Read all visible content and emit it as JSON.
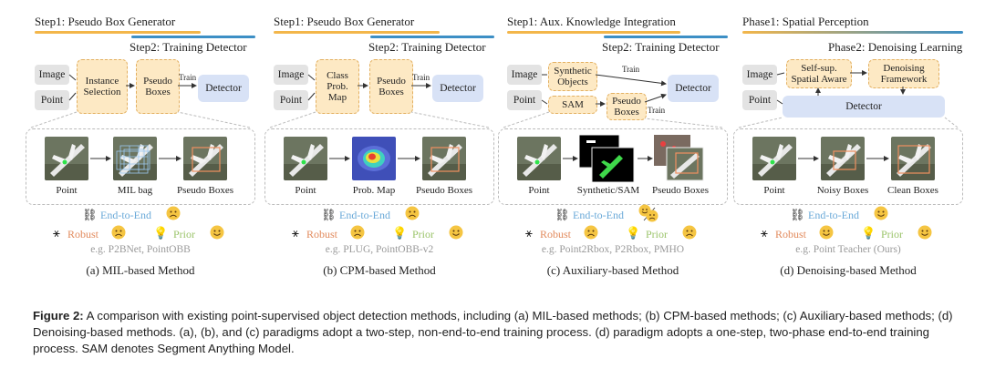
{
  "panels": [
    {
      "step1": "Step1: Pseudo Box Generator",
      "step2": "Step2: Training Detector",
      "inputs": [
        "Image",
        "Point"
      ],
      "boxes": [
        "Instance Selection",
        "Pseudo Boxes"
      ],
      "train_label": "Train",
      "detector": "Detector",
      "captions": [
        "Point",
        "MIL bag",
        "Pseudo Boxes"
      ],
      "end_to_end": "End-to-End",
      "robust": "Robust",
      "prior": "Prior",
      "example": "e.g. P2BNet, PointOBB",
      "title": "(a) MIL-based Method"
    },
    {
      "step1": "Step1: Pseudo Box Generator",
      "step2": "Step2: Training Detector",
      "inputs": [
        "Image",
        "Point"
      ],
      "boxes": [
        "Class Prob. Map",
        "Pseudo Boxes"
      ],
      "train_label": "Train",
      "detector": "Detector",
      "captions": [
        "Point",
        "Prob. Map",
        "Pseudo Boxes"
      ],
      "end_to_end": "End-to-End",
      "robust": "Robust",
      "prior": "Prior",
      "example": "e.g. PLUG, PointOBB-v2",
      "title": "(b) CPM-based Method"
    },
    {
      "step1": "Step1: Aux. Knowledge Integration",
      "step2": "Step2: Training Detector",
      "inputs": [
        "Image",
        "Point"
      ],
      "boxes": [
        "Synthetic Objects",
        "SAM",
        "Pseudo Boxes"
      ],
      "train_label": "Train",
      "train_label2": "Train",
      "detector": "Detector",
      "captions": [
        "Point",
        "Synthetic/SAM",
        "Pseudo Boxes"
      ],
      "end_to_end": "End-to-End",
      "robust": "Robust",
      "prior": "Prior",
      "example": "e.g. Point2Rbox, P2Rbox, PMHO",
      "title": "(c) Auxiliary-based Method"
    },
    {
      "step1": "Phase1: Spatial Perception",
      "step2": "Phase2: Denoising Learning",
      "inputs": [
        "Image",
        "Point"
      ],
      "boxes": [
        "Self-sup. Spatial Aware",
        "Denoising Framework"
      ],
      "detector": "Detector",
      "captions": [
        "Point",
        "Noisy Boxes",
        "Clean Boxes"
      ],
      "end_to_end": "End-to-End",
      "robust": "Robust",
      "prior": "Prior",
      "example": "e.g. Point Teacher (Ours)",
      "title": "(d) Denoising-based Method"
    }
  ],
  "caption": {
    "label": "Figure 2:",
    "text": " A comparison with existing point-supervised object detection methods, including (a) MIL-based methods; (b) CPM-based methods; (c) Auxiliary-based methods; (d) Denoising-based methods. (a), (b), and (c) paradigms adopt a two-step, non-end-to-end training process. (d) paradigm adopts a one-step, two-phase end-to-end training process. SAM denotes Segment Anything Model."
  },
  "colors": {
    "step1_bar": "#f3b64a",
    "step2_bar": "#3d8fc5",
    "box_fill": "#fde9c4",
    "detector_fill": "#d8e2f6",
    "end_to_end_text": "#6aa9d8",
    "robust_text": "#e28a5c",
    "prior_text": "#9bc46a",
    "face": "#f5c542"
  }
}
